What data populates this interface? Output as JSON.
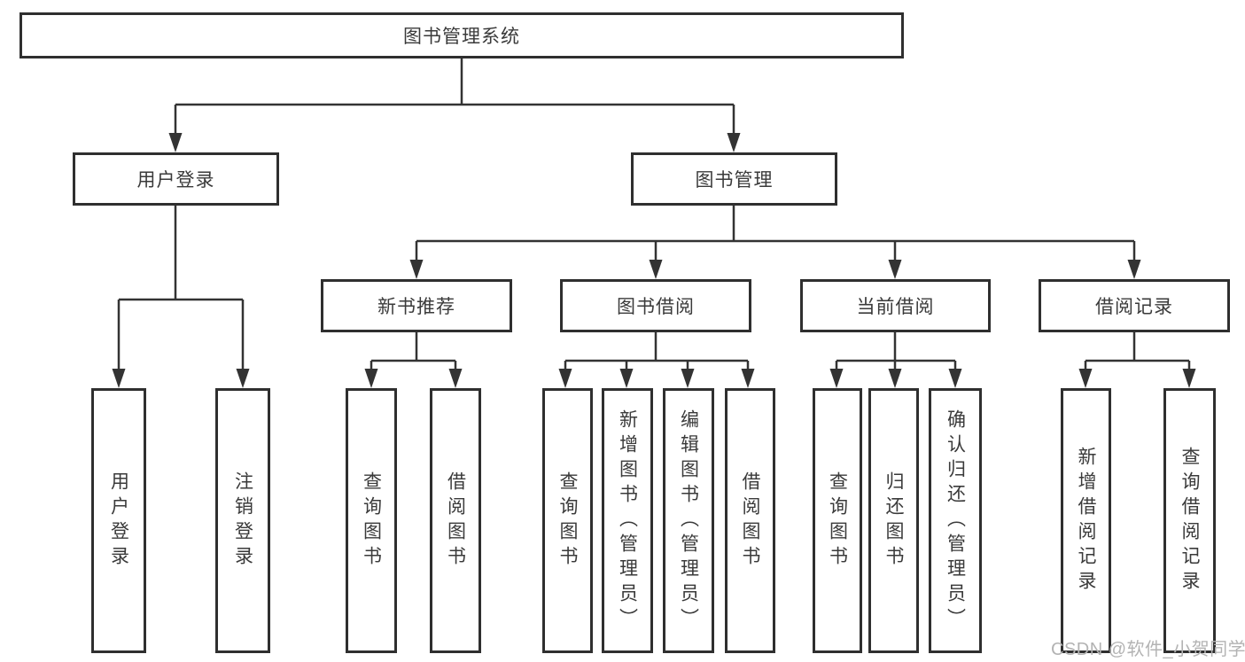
{
  "tree": {
    "label": "图书管理系统",
    "children": [
      {
        "label": "用户登录",
        "children": [
          {
            "label": "用户登录"
          },
          {
            "label": "注销登录"
          }
        ]
      },
      {
        "label": "图书管理",
        "children": [
          {
            "label": "新书推荐",
            "children": [
              {
                "label": "查询图书"
              },
              {
                "label": "借阅图书"
              }
            ]
          },
          {
            "label": "图书借阅",
            "children": [
              {
                "label": "查询图书"
              },
              {
                "label": "新增图书（管理员）"
              },
              {
                "label": "编辑图书（管理员）"
              },
              {
                "label": "借阅图书"
              }
            ]
          },
          {
            "label": "当前借阅",
            "children": [
              {
                "label": "查询图书"
              },
              {
                "label": "归还图书"
              },
              {
                "label": "确认归还（管理员）"
              }
            ]
          },
          {
            "label": "借阅记录",
            "children": [
              {
                "label": "新增借阅记录"
              },
              {
                "label": "查询借阅记录"
              }
            ]
          }
        ]
      }
    ]
  },
  "watermark": {
    "text": "CSDN @软件_小贺同学"
  },
  "colors": {
    "line": "#333333",
    "border": "#2f2f2f",
    "text": "#3a3a3a",
    "watermark": "#b3b3b3",
    "bg": "#ffffff"
  }
}
